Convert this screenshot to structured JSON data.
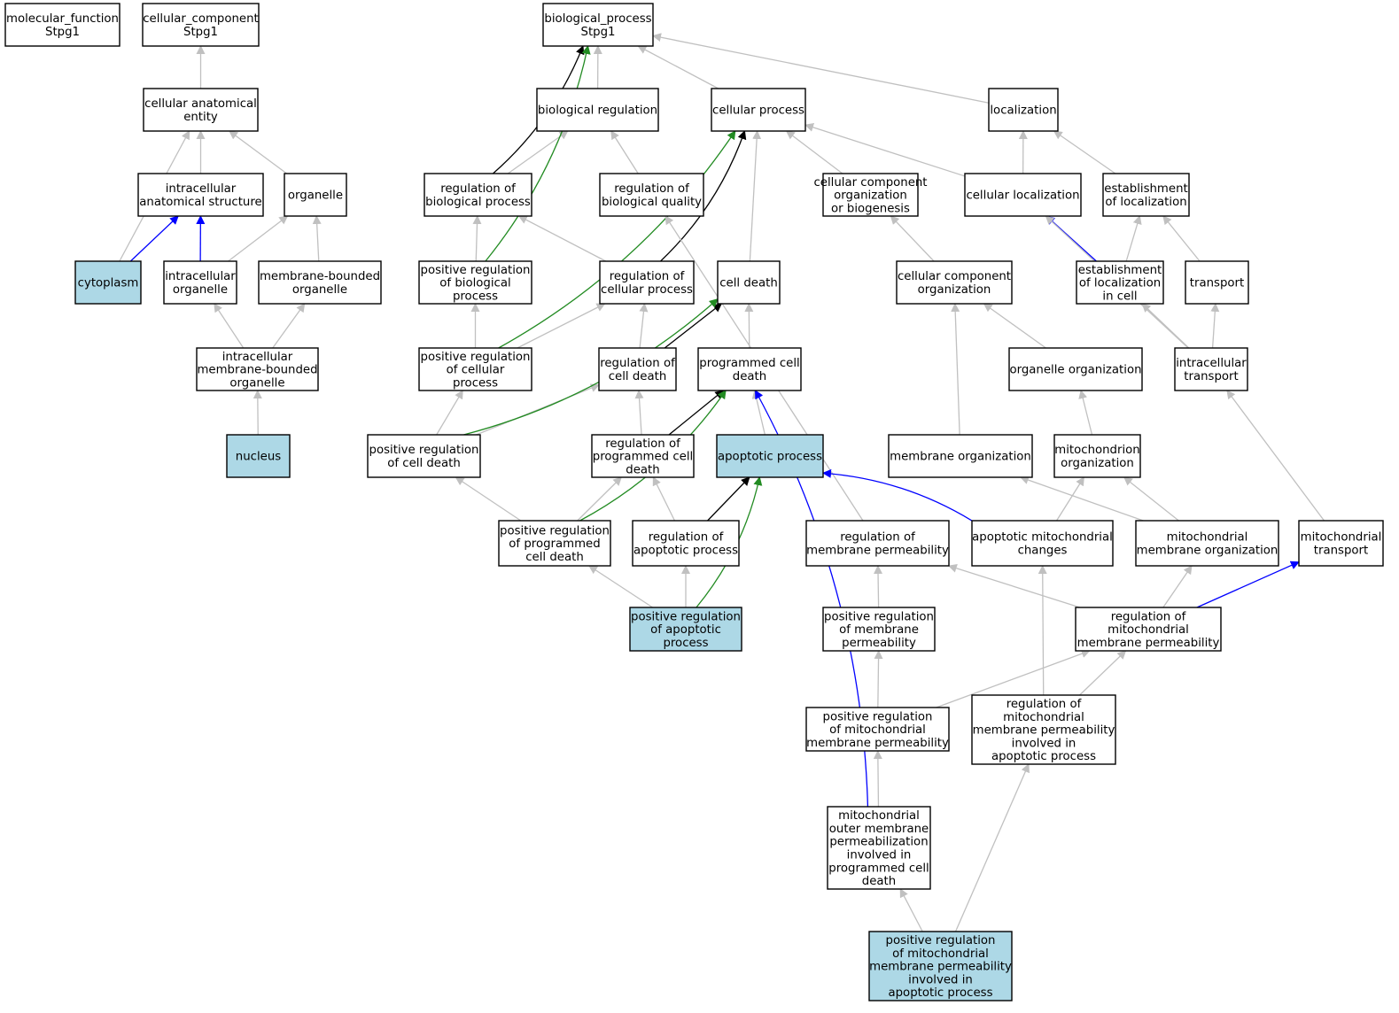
{
  "colors": {
    "background": "#ffffff",
    "highlight": "#add8e6",
    "node": "#ffffff",
    "border": "#000000",
    "is_a": "#c0c0c0",
    "regulates": "#000000",
    "positively_regulates": "#228b22",
    "part_of": "#0000ff"
  },
  "nodes": [
    {
      "id": "mf",
      "lines": [
        "molecular_function",
        "Stpg1"
      ],
      "highlight": false
    },
    {
      "id": "cc",
      "lines": [
        "cellular_component",
        "Stpg1"
      ],
      "highlight": false
    },
    {
      "id": "bp",
      "lines": [
        "biological_process",
        "Stpg1"
      ],
      "highlight": false
    },
    {
      "id": "cae",
      "lines": [
        "cellular anatomical",
        "entity"
      ],
      "highlight": false
    },
    {
      "id": "ias",
      "lines": [
        "intracellular",
        "anatomical structure"
      ],
      "highlight": false
    },
    {
      "id": "org",
      "lines": [
        "organelle"
      ],
      "highlight": false
    },
    {
      "id": "cyto",
      "lines": [
        "cytoplasm"
      ],
      "highlight": true
    },
    {
      "id": "io",
      "lines": [
        "intracellular",
        "organelle"
      ],
      "highlight": false
    },
    {
      "id": "mbo",
      "lines": [
        "membrane-bounded",
        "organelle"
      ],
      "highlight": false
    },
    {
      "id": "imbo",
      "lines": [
        "intracellular",
        "membrane-bounded",
        "organelle"
      ],
      "highlight": false
    },
    {
      "id": "nuc",
      "lines": [
        "nucleus"
      ],
      "highlight": true
    },
    {
      "id": "breg",
      "lines": [
        "biological regulation"
      ],
      "highlight": false
    },
    {
      "id": "cp",
      "lines": [
        "cellular process"
      ],
      "highlight": false
    },
    {
      "id": "loc",
      "lines": [
        "localization"
      ],
      "highlight": false
    },
    {
      "id": "rbp",
      "lines": [
        "regulation of",
        "biological process"
      ],
      "highlight": false
    },
    {
      "id": "rbq",
      "lines": [
        "regulation of",
        "biological quality"
      ],
      "highlight": false
    },
    {
      "id": "ccob",
      "lines": [
        "cellular component",
        "organization",
        "or biogenesis"
      ],
      "highlight": false
    },
    {
      "id": "cloc",
      "lines": [
        "cellular localization"
      ],
      "highlight": false
    },
    {
      "id": "eloc",
      "lines": [
        "establishment",
        "of localization"
      ],
      "highlight": false
    },
    {
      "id": "prbp",
      "lines": [
        "positive regulation",
        "of biological",
        "process"
      ],
      "highlight": false
    },
    {
      "id": "rcp",
      "lines": [
        "regulation of",
        "cellular process"
      ],
      "highlight": false
    },
    {
      "id": "cd",
      "lines": [
        "cell death"
      ],
      "highlight": false
    },
    {
      "id": "cco",
      "lines": [
        "cellular component",
        "organization"
      ],
      "highlight": false
    },
    {
      "id": "elic",
      "lines": [
        "establishment",
        "of localization",
        "in cell"
      ],
      "highlight": false
    },
    {
      "id": "trans",
      "lines": [
        "transport"
      ],
      "highlight": false
    },
    {
      "id": "prcp",
      "lines": [
        "positive regulation",
        "of cellular",
        "process"
      ],
      "highlight": false
    },
    {
      "id": "rcd",
      "lines": [
        "regulation of",
        "cell death"
      ],
      "highlight": false
    },
    {
      "id": "pcd",
      "lines": [
        "programmed cell",
        "death"
      ],
      "highlight": false
    },
    {
      "id": "oorg",
      "lines": [
        "organelle organization"
      ],
      "highlight": false
    },
    {
      "id": "itrans",
      "lines": [
        "intracellular",
        "transport"
      ],
      "highlight": false
    },
    {
      "id": "prcd",
      "lines": [
        "positive regulation",
        "of cell death"
      ],
      "highlight": false
    },
    {
      "id": "rpcd",
      "lines": [
        "regulation of",
        "programmed cell",
        "death"
      ],
      "highlight": false
    },
    {
      "id": "ap",
      "lines": [
        "apoptotic process"
      ],
      "highlight": true
    },
    {
      "id": "morg",
      "lines": [
        "membrane organization"
      ],
      "highlight": false
    },
    {
      "id": "mito",
      "lines": [
        "mitochondrion",
        "organization"
      ],
      "highlight": false
    },
    {
      "id": "prpcd",
      "lines": [
        "positive regulation",
        "of programmed",
        "cell death"
      ],
      "highlight": false
    },
    {
      "id": "rap",
      "lines": [
        "regulation of",
        "apoptotic process"
      ],
      "highlight": false
    },
    {
      "id": "rmp",
      "lines": [
        "regulation of",
        "membrane permeability"
      ],
      "highlight": false
    },
    {
      "id": "amc",
      "lines": [
        "apoptotic mitochondrial",
        "changes"
      ],
      "highlight": false
    },
    {
      "id": "mmo",
      "lines": [
        "mitochondrial",
        "membrane organization"
      ],
      "highlight": false
    },
    {
      "id": "mt",
      "lines": [
        "mitochondrial",
        "transport"
      ],
      "highlight": false
    },
    {
      "id": "prap",
      "lines": [
        "positive regulation",
        "of apoptotic",
        "process"
      ],
      "highlight": true
    },
    {
      "id": "prmp",
      "lines": [
        "positive regulation",
        "of membrane",
        "permeability"
      ],
      "highlight": false
    },
    {
      "id": "rmmp",
      "lines": [
        "regulation of",
        "mitochondrial",
        "membrane permeability"
      ],
      "highlight": false
    },
    {
      "id": "prmmp",
      "lines": [
        "positive regulation",
        "of mitochondrial",
        "membrane permeability"
      ],
      "highlight": false
    },
    {
      "id": "rmmpap",
      "lines": [
        "regulation of",
        "mitochondrial",
        "membrane permeability",
        "involved in",
        "apoptotic process"
      ],
      "highlight": false
    },
    {
      "id": "momp",
      "lines": [
        "mitochondrial",
        "outer membrane",
        "permeabilization",
        "involved in",
        "programmed cell",
        "death"
      ],
      "highlight": false
    },
    {
      "id": "prmmpap",
      "lines": [
        "positive regulation",
        "of mitochondrial",
        "membrane permeability",
        "involved in",
        "apoptotic process"
      ],
      "highlight": true
    }
  ],
  "edges": [
    {
      "from": "cae",
      "to": "cc",
      "type": "is_a"
    },
    {
      "from": "ias",
      "to": "cae",
      "type": "is_a"
    },
    {
      "from": "org",
      "to": "cae",
      "type": "is_a"
    },
    {
      "from": "cyto",
      "to": "cae",
      "type": "is_a"
    },
    {
      "from": "cyto",
      "to": "ias",
      "type": "part_of"
    },
    {
      "from": "io",
      "to": "ias",
      "type": "part_of"
    },
    {
      "from": "io",
      "to": "org",
      "type": "is_a"
    },
    {
      "from": "mbo",
      "to": "org",
      "type": "is_a"
    },
    {
      "from": "imbo",
      "to": "io",
      "type": "is_a"
    },
    {
      "from": "imbo",
      "to": "mbo",
      "type": "is_a"
    },
    {
      "from": "nuc",
      "to": "imbo",
      "type": "is_a"
    },
    {
      "from": "breg",
      "to": "bp",
      "type": "is_a"
    },
    {
      "from": "cp",
      "to": "bp",
      "type": "is_a"
    },
    {
      "from": "loc",
      "to": "bp",
      "type": "is_a"
    },
    {
      "from": "rbp",
      "to": "breg",
      "type": "is_a"
    },
    {
      "from": "rbp",
      "to": "bp",
      "type": "regulates"
    },
    {
      "from": "rbq",
      "to": "breg",
      "type": "is_a"
    },
    {
      "from": "ccob",
      "to": "cp",
      "type": "is_a"
    },
    {
      "from": "cloc",
      "to": "cp",
      "type": "is_a"
    },
    {
      "from": "cloc",
      "to": "loc",
      "type": "is_a"
    },
    {
      "from": "eloc",
      "to": "loc",
      "type": "is_a"
    },
    {
      "from": "prbp",
      "to": "rbp",
      "type": "is_a"
    },
    {
      "from": "prbp",
      "to": "bp",
      "type": "positively_regulates"
    },
    {
      "from": "rcp",
      "to": "rbp",
      "type": "is_a"
    },
    {
      "from": "rcp",
      "to": "cp",
      "type": "regulates"
    },
    {
      "from": "cd",
      "to": "cp",
      "type": "is_a"
    },
    {
      "from": "cco",
      "to": "ccob",
      "type": "is_a"
    },
    {
      "from": "elic",
      "to": "eloc",
      "type": "is_a"
    },
    {
      "from": "elic",
      "to": "cloc",
      "type": "part_of"
    },
    {
      "from": "trans",
      "to": "eloc",
      "type": "is_a"
    },
    {
      "from": "prcp",
      "to": "prbp",
      "type": "is_a"
    },
    {
      "from": "prcp",
      "to": "rcp",
      "type": "is_a"
    },
    {
      "from": "prcp",
      "to": "cp",
      "type": "positively_regulates"
    },
    {
      "from": "rcd",
      "to": "rcp",
      "type": "is_a"
    },
    {
      "from": "rcd",
      "to": "cd",
      "type": "regulates"
    },
    {
      "from": "pcd",
      "to": "cd",
      "type": "is_a"
    },
    {
      "from": "oorg",
      "to": "cco",
      "type": "is_a"
    },
    {
      "from": "itrans",
      "to": "elic",
      "type": "is_a"
    },
    {
      "from": "itrans",
      "to": "trans",
      "type": "is_a"
    },
    {
      "from": "itrans",
      "to": "cloc",
      "type": "is_a"
    },
    {
      "from": "prcd",
      "to": "prcp",
      "type": "is_a"
    },
    {
      "from": "prcd",
      "to": "rcd",
      "type": "is_a"
    },
    {
      "from": "prcd",
      "to": "cd",
      "type": "positively_regulates"
    },
    {
      "from": "rpcd",
      "to": "rcd",
      "type": "is_a"
    },
    {
      "from": "rpcd",
      "to": "pcd",
      "type": "regulates"
    },
    {
      "from": "ap",
      "to": "pcd",
      "type": "is_a"
    },
    {
      "from": "morg",
      "to": "cco",
      "type": "is_a"
    },
    {
      "from": "mito",
      "to": "oorg",
      "type": "is_a"
    },
    {
      "from": "prpcd",
      "to": "prcd",
      "type": "is_a"
    },
    {
      "from": "prpcd",
      "to": "rpcd",
      "type": "is_a"
    },
    {
      "from": "prpcd",
      "to": "pcd",
      "type": "positively_regulates"
    },
    {
      "from": "rap",
      "to": "rpcd",
      "type": "is_a"
    },
    {
      "from": "rap",
      "to": "ap",
      "type": "regulates"
    },
    {
      "from": "rmp",
      "to": "rbq",
      "type": "is_a"
    },
    {
      "from": "amc",
      "to": "mito",
      "type": "is_a"
    },
    {
      "from": "amc",
      "to": "ap",
      "type": "part_of"
    },
    {
      "from": "mmo",
      "to": "morg",
      "type": "is_a"
    },
    {
      "from": "mmo",
      "to": "mito",
      "type": "is_a"
    },
    {
      "from": "mt",
      "to": "itrans",
      "type": "is_a"
    },
    {
      "from": "prap",
      "to": "prpcd",
      "type": "is_a"
    },
    {
      "from": "prap",
      "to": "rap",
      "type": "is_a"
    },
    {
      "from": "prap",
      "to": "ap",
      "type": "positively_regulates"
    },
    {
      "from": "prmp",
      "to": "rmp",
      "type": "is_a"
    },
    {
      "from": "rmmp",
      "to": "rmp",
      "type": "is_a"
    },
    {
      "from": "rmmp",
      "to": "mmo",
      "type": "is_a"
    },
    {
      "from": "rmmp",
      "to": "mt",
      "type": "part_of"
    },
    {
      "from": "prmmp",
      "to": "prmp",
      "type": "is_a"
    },
    {
      "from": "prmmp",
      "to": "rmmp",
      "type": "is_a"
    },
    {
      "from": "rmmpap",
      "to": "rmmp",
      "type": "is_a"
    },
    {
      "from": "rmmpap",
      "to": "amc",
      "type": "is_a"
    },
    {
      "from": "momp",
      "to": "prmmp",
      "type": "is_a"
    },
    {
      "from": "momp",
      "to": "pcd",
      "type": "part_of"
    },
    {
      "from": "prmmpap",
      "to": "momp",
      "type": "is_a"
    },
    {
      "from": "prmmpap",
      "to": "rmmpap",
      "type": "is_a"
    }
  ]
}
